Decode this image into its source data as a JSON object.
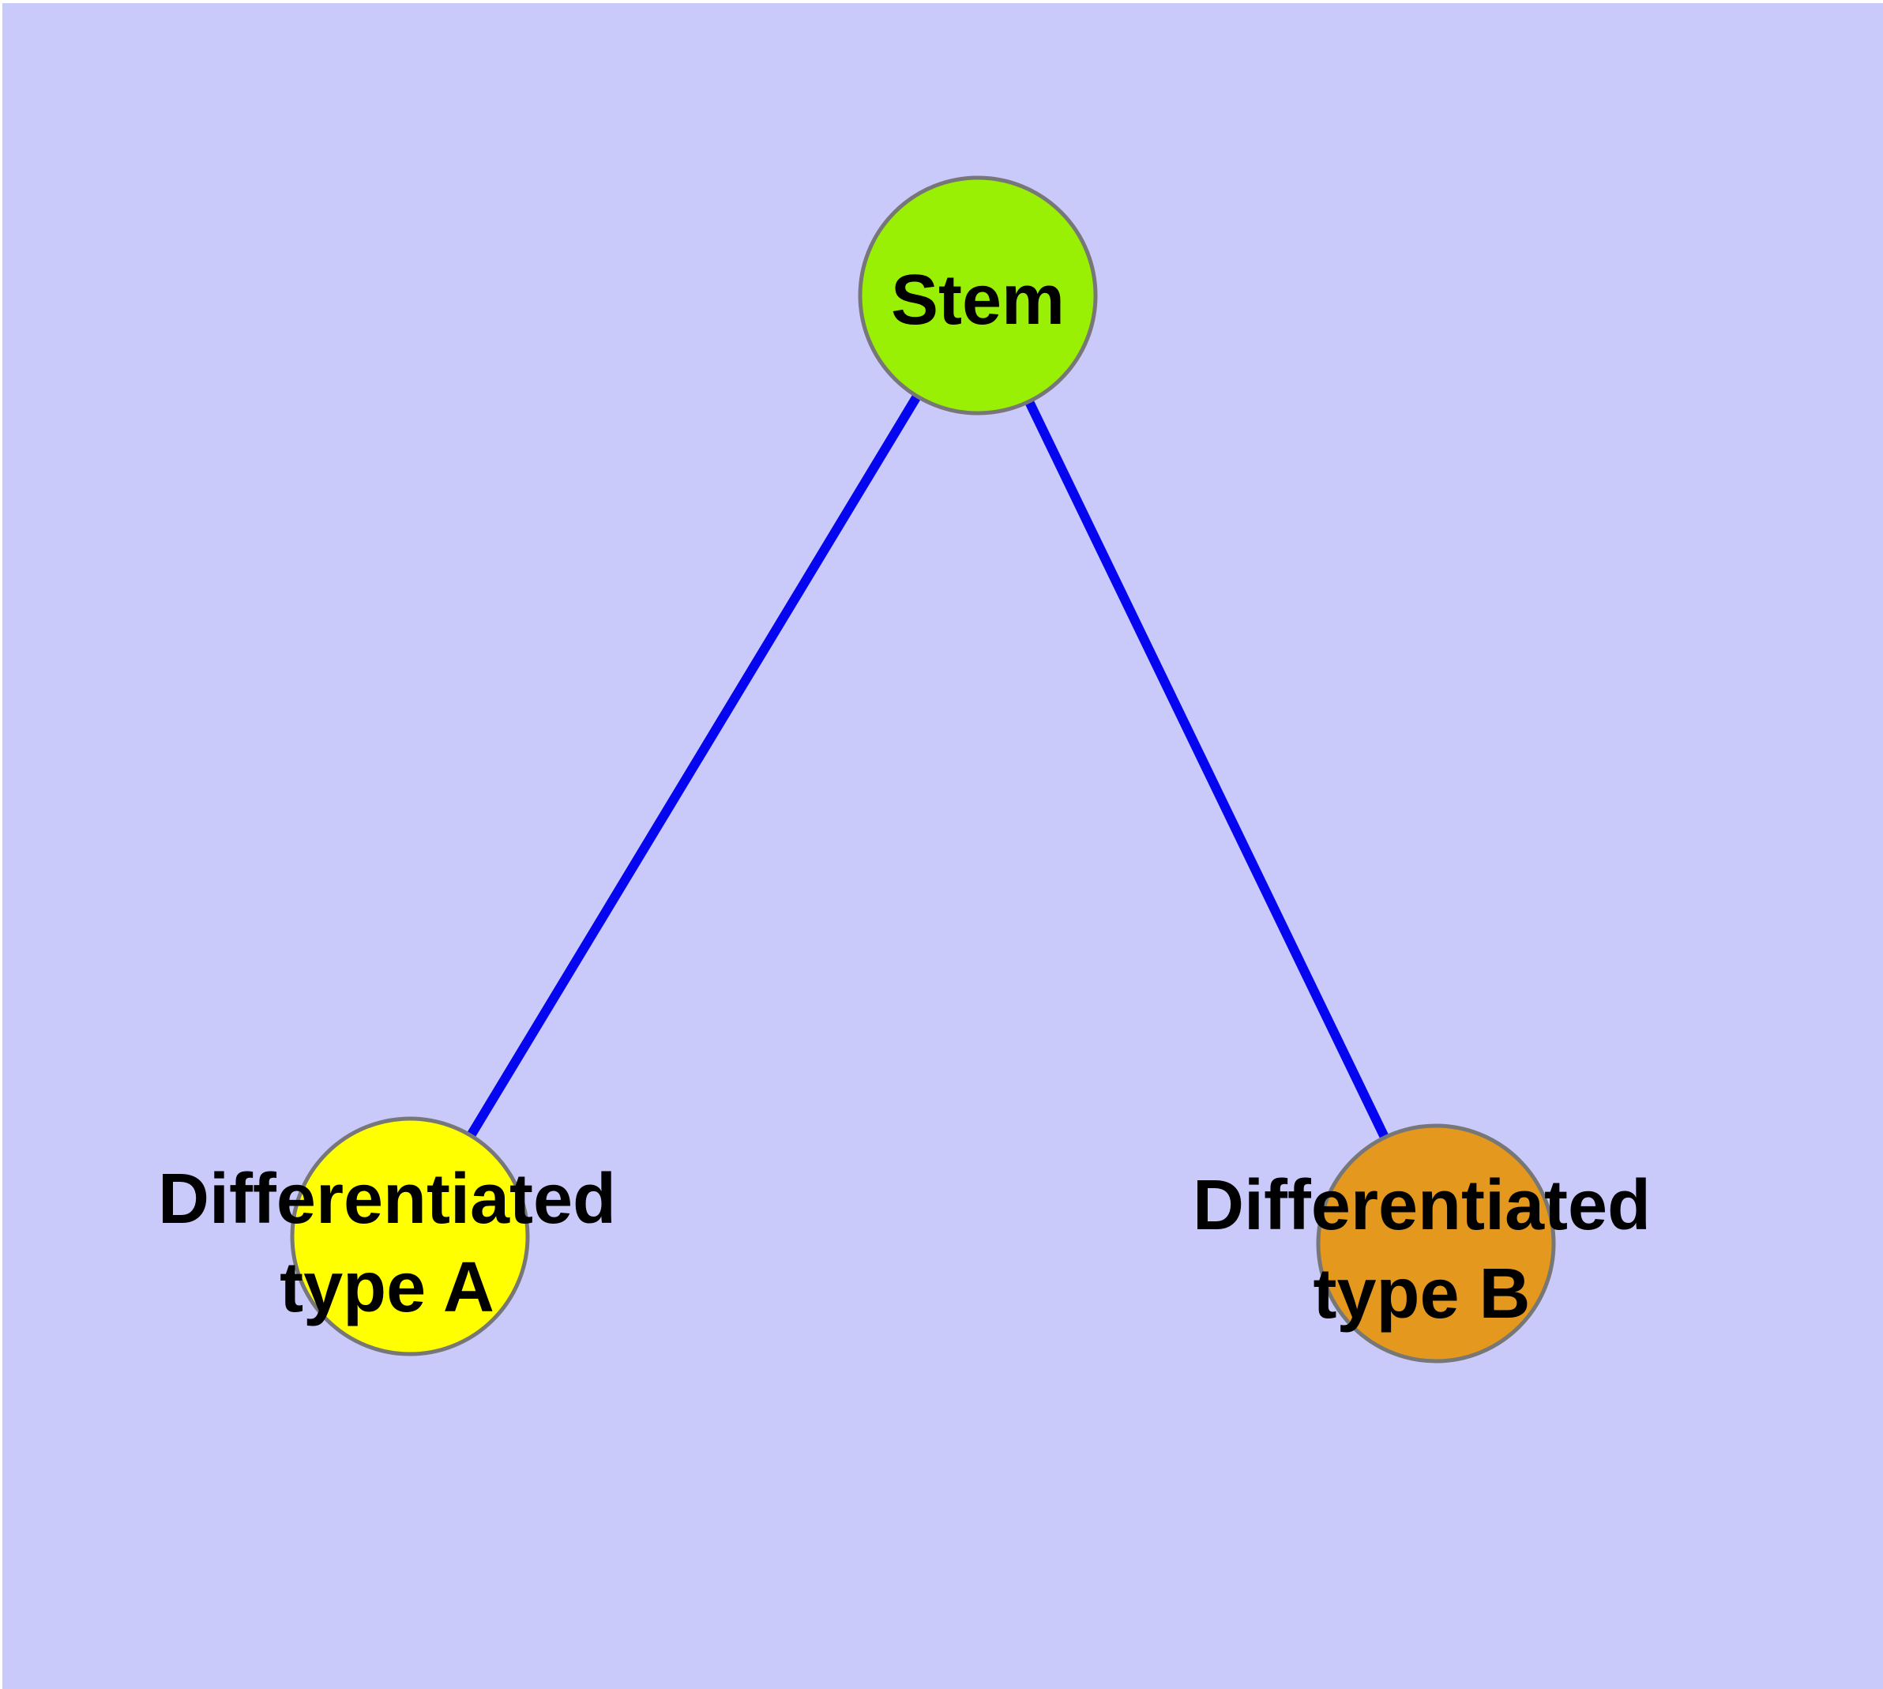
{
  "diagram": {
    "title": "",
    "background_color": "#C9C9FA",
    "page_margin_color": "#FFFFFF",
    "edge_color": "#0505F0",
    "node_border_color": "#777777",
    "label_color": "#000000",
    "nodes": [
      {
        "id": "stem",
        "label": "Stem",
        "color": "#9AF005"
      },
      {
        "id": "differentiated-type-a",
        "label_line1": "Differentiated",
        "label_line2": "type A",
        "color": "#FFFF00"
      },
      {
        "id": "differentiated-type-b",
        "label_line1": "Differentiated",
        "label_line2": "type B",
        "color": "#E4991E"
      }
    ],
    "edges": [
      {
        "from": "stem",
        "to": "differentiated-type-a"
      },
      {
        "from": "stem",
        "to": "differentiated-type-b"
      }
    ]
  }
}
